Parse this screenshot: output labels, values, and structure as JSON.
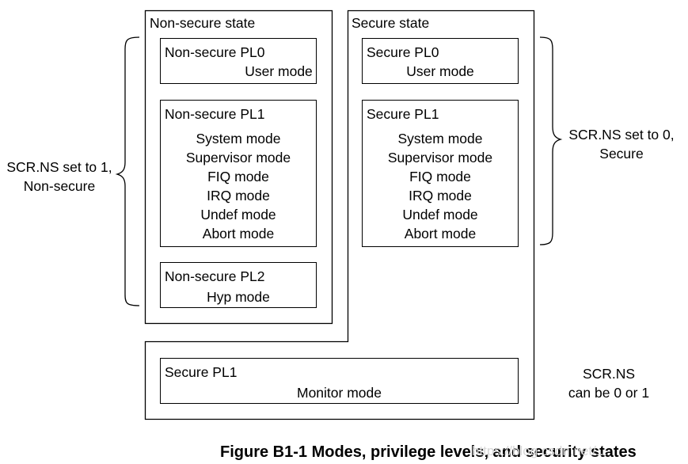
{
  "nonsecure": {
    "title": "Non-secure state",
    "pl0": {
      "title": "Non-secure PL0",
      "modes": [
        "User mode"
      ]
    },
    "pl1": {
      "title": "Non-secure PL1",
      "modes": [
        "System mode",
        "Supervisor mode",
        "FIQ mode",
        "IRQ mode",
        "Undef mode",
        "Abort mode"
      ]
    },
    "pl2": {
      "title": "Non-secure PL2",
      "modes": [
        "Hyp mode"
      ]
    }
  },
  "secure": {
    "title": "Secure state",
    "pl0": {
      "title": "Secure PL0",
      "modes": [
        "User mode"
      ]
    },
    "pl1": {
      "title": "Secure PL1",
      "modes": [
        "System mode",
        "Supervisor mode",
        "FIQ mode",
        "IRQ mode",
        "Undef mode",
        "Abort mode"
      ]
    }
  },
  "monitor": {
    "title": "Secure PL1",
    "mode": "Monitor mode"
  },
  "annotations": {
    "left_line1": "SCR.NS set to 1,",
    "left_line2": "Non-secure",
    "right_line1": "SCR.NS set to 0,",
    "right_line2": "Secure",
    "bottom_line1": "SCR.NS",
    "bottom_line2": "can be 0 or 1"
  },
  "caption": "Figure B1-1 Modes, privilege levels, and security states",
  "watermark": "https://blog.csdn.net/..."
}
